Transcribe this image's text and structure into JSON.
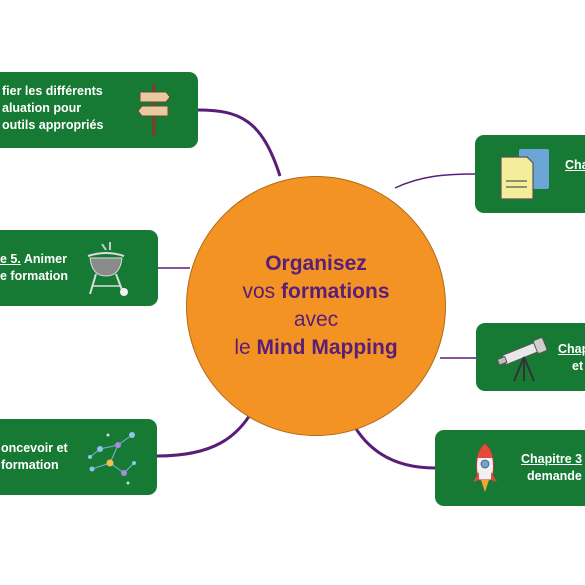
{
  "center": {
    "line1": "Organisez",
    "line2_pre": "vos ",
    "line2_bold": "formations",
    "line3": "avec",
    "line4_pre": "le ",
    "line4_bold": "Mind Mapping"
  },
  "nodes": {
    "top_left": {
      "line1": "fier les différents",
      "line2": "aluation pour",
      "line3": "outils appropriés",
      "icon": "signpost-icon"
    },
    "mid_left": {
      "line1_link": "e 5.",
      "line1_rest": " Animer",
      "line2": "e formation",
      "icon": "barbecue-icon"
    },
    "bottom_left": {
      "line1": "oncevoir et",
      "line2": "formation",
      "icon": "network-icon"
    },
    "top_right": {
      "line1_link": "Cha",
      "icon": "documents-icon"
    },
    "mid_right": {
      "line1_link": "Chap",
      "line2": "et",
      "icon": "telescope-icon"
    },
    "bottom_right": {
      "line1_link": "Chapitre 3",
      "line2": "demande",
      "icon": "rocket-icon"
    }
  },
  "colors": {
    "node_bg": "#167a34",
    "center_bg": "#f39324",
    "center_text": "#5a1e78",
    "connector": "#5a1e78"
  }
}
